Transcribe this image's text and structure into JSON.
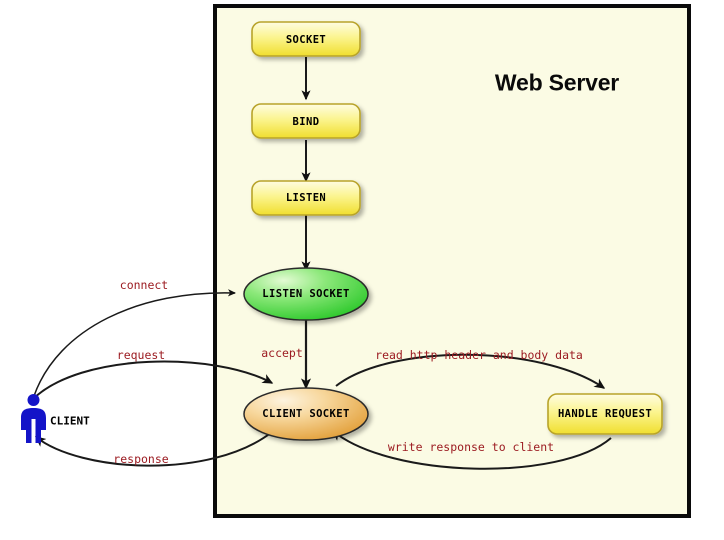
{
  "diagram": {
    "title": "Web Server",
    "actor": {
      "icon": "person-icon",
      "label": "CLIENT",
      "color": "#1414c8"
    },
    "container": {
      "name": "web-server-boundary",
      "background": "#fbfbe4",
      "border_color": "#000000"
    },
    "process_nodes": [
      {
        "id": "socket",
        "label": "SOCKET",
        "shape": "rounded-rect",
        "fill_top": "#fdfbb9",
        "fill_bottom": "#f2e234",
        "stroke": "#b8a32a"
      },
      {
        "id": "bind",
        "label": "BIND",
        "shape": "rounded-rect",
        "fill_top": "#fdfbb9",
        "fill_bottom": "#f2e234",
        "stroke": "#b8a32a"
      },
      {
        "id": "listen",
        "label": "LISTEN",
        "shape": "rounded-rect",
        "fill_top": "#fdfbb9",
        "fill_bottom": "#f2e234",
        "stroke": "#b8a32a"
      },
      {
        "id": "handle-request",
        "label": "HANDLE REQUEST",
        "shape": "rounded-rect",
        "fill_top": "#fdfbb9",
        "fill_bottom": "#f2e234",
        "stroke": "#b8a32a"
      }
    ],
    "socket_nodes": [
      {
        "id": "listen-socket",
        "label": "LISTEN SOCKET",
        "shape": "ellipse",
        "fill_top": "#d4f5c0",
        "fill_bottom": "#3bd23b",
        "stroke": "#2f2f2f"
      },
      {
        "id": "client-socket",
        "label": "CLIENT SOCKET",
        "shape": "ellipse",
        "fill_top": "#fdf0d4",
        "fill_bottom": "#e8a33d",
        "stroke": "#2f2f2f"
      }
    ],
    "edges": [
      {
        "id": "socket-to-bind",
        "label": "",
        "from": "socket",
        "to": "bind",
        "style": "straight"
      },
      {
        "id": "bind-to-listen",
        "label": "",
        "from": "bind",
        "to": "listen",
        "style": "straight"
      },
      {
        "id": "listen-to-listen-socket",
        "label": "",
        "from": "listen",
        "to": "listen-socket",
        "style": "straight"
      },
      {
        "id": "connect",
        "label": "connect",
        "from": "client",
        "to": "listen-socket",
        "style": "curve"
      },
      {
        "id": "accept",
        "label": "accept",
        "from": "listen-socket",
        "to": "client-socket",
        "style": "straight"
      },
      {
        "id": "request",
        "label": "request",
        "from": "client",
        "to": "client-socket",
        "style": "curve"
      },
      {
        "id": "read-request",
        "label": "read http header and body data",
        "from": "client-socket",
        "to": "handle-request",
        "style": "curve"
      },
      {
        "id": "write-response",
        "label": "write response to client",
        "from": "handle-request",
        "to": "client-socket",
        "style": "curve"
      },
      {
        "id": "response",
        "label": "response",
        "from": "client-socket",
        "to": "client",
        "style": "curve"
      }
    ],
    "label_color": "#9c1c22"
  }
}
